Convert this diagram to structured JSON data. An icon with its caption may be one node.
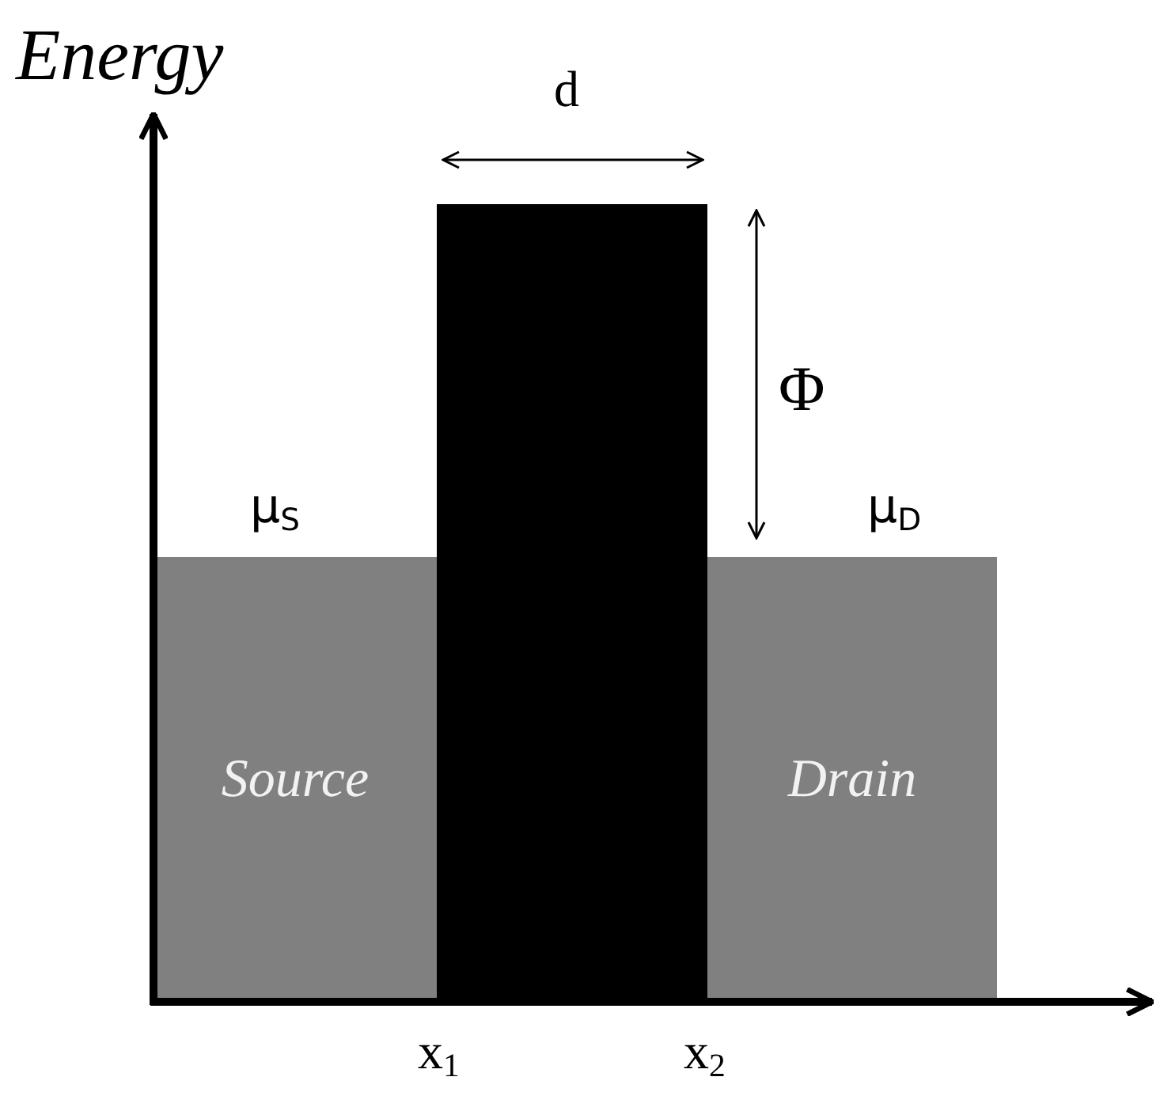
{
  "diagram": {
    "nodes": [
      {
        "text": [
          "Source"
        ]
      },
      {
        "text": [],
        "shape": "box"
      },
      {
        "text": [
          "Drain"
        ]
      }
    ],
    "labels": [
      "Energy",
      "d",
      "Φ",
      "μ$_{S}$",
      "μ$_{D}$",
      "x$_{1}$",
      "x$_{2}$"
    ]
  }
}
